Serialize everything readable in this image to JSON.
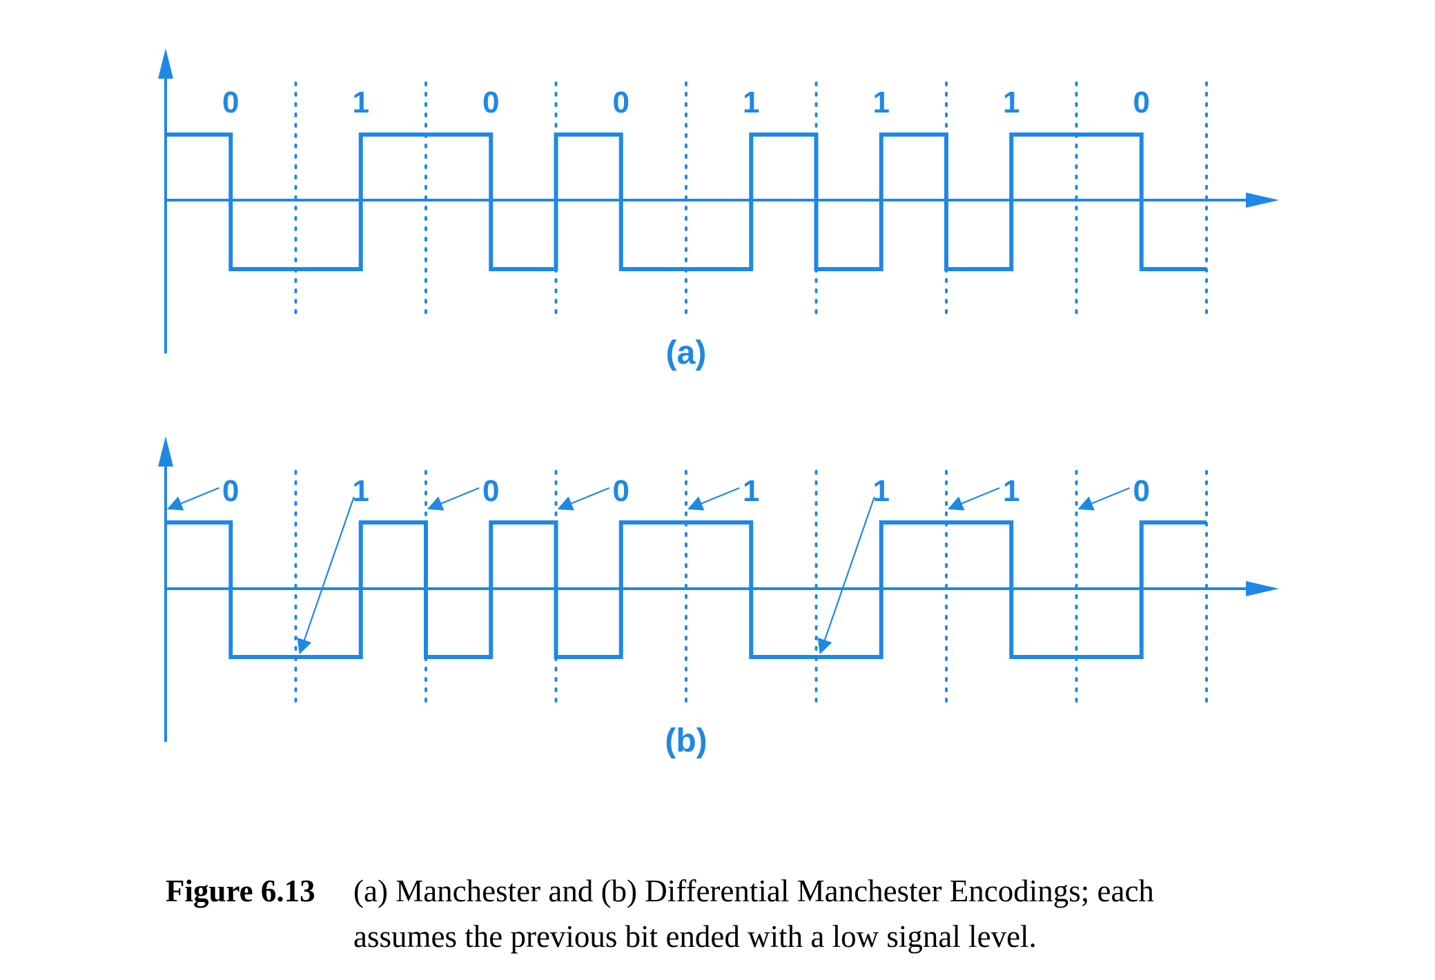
{
  "colors": {
    "signal": "#1e88e5",
    "caption": "#000000"
  },
  "diagrams": [
    {
      "label": "(a)",
      "bits": [
        "0",
        "1",
        "0",
        "0",
        "1",
        "1",
        "1",
        "0"
      ],
      "levels": [
        1,
        0,
        0,
        1,
        1,
        0,
        1,
        0,
        0,
        1,
        0,
        1,
        0,
        1,
        1,
        0
      ],
      "arrows": []
    },
    {
      "label": "(b)",
      "bits": [
        "0",
        "1",
        "0",
        "0",
        "1",
        "1",
        "1",
        "0"
      ],
      "levels": [
        1,
        0,
        0,
        1,
        0,
        1,
        0,
        1,
        1,
        0,
        0,
        1,
        1,
        0,
        0,
        1
      ],
      "arrows": [
        {
          "bit": 0,
          "target": "boundary-high"
        },
        {
          "bit": 1,
          "target": "boundary-low"
        },
        {
          "bit": 2,
          "target": "boundary-high"
        },
        {
          "bit": 3,
          "target": "boundary-high"
        },
        {
          "bit": 4,
          "target": "boundary-high"
        },
        {
          "bit": 5,
          "target": "boundary-low"
        },
        {
          "bit": 6,
          "target": "boundary-high"
        },
        {
          "bit": 7,
          "target": "boundary-high"
        }
      ]
    }
  ],
  "caption": {
    "figure_number": "Figure 6.13",
    "line1": "(a) Manchester and (b) Differential Manchester Encodings; each",
    "line2": "assumes the previous bit ended with a low signal level."
  }
}
